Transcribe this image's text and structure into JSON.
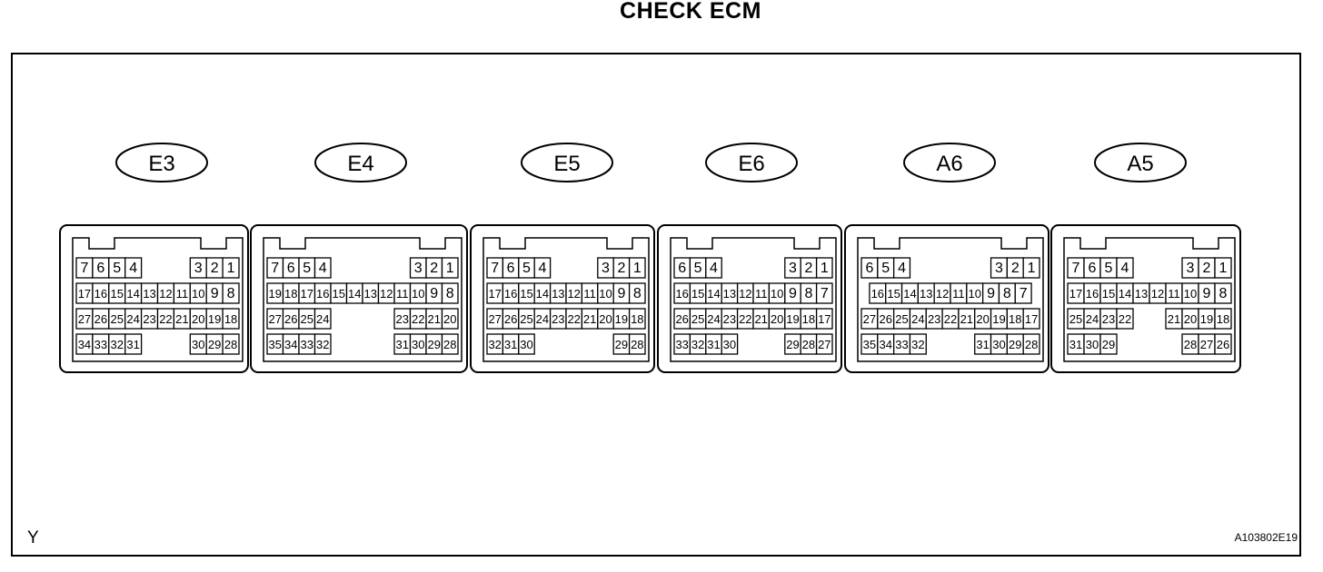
{
  "title": "CHECK ECM",
  "corner_mark": "Y",
  "figure_id": "A103802E19",
  "connectors": [
    {
      "id": "E3",
      "rows": [
        [
          "7",
          "6",
          "5",
          "4",
          "3",
          "2",
          "1"
        ],
        [
          "17",
          "16",
          "15",
          "14",
          "13",
          "12",
          "11",
          "10",
          "9",
          "8"
        ],
        [
          "27",
          "26",
          "25",
          "24",
          "23",
          "22",
          "21",
          "20",
          "19",
          "18"
        ],
        [
          "34",
          "33",
          "32",
          "31",
          "30",
          "29",
          "28"
        ]
      ]
    },
    {
      "id": "E4",
      "rows": [
        [
          "7",
          "6",
          "5",
          "4",
          "3",
          "2",
          "1"
        ],
        [
          "19",
          "18",
          "17",
          "16",
          "15",
          "14",
          "13",
          "12",
          "11",
          "10",
          "9",
          "8"
        ],
        [
          "27",
          "26",
          "25",
          "24",
          "23",
          "22",
          "21",
          "20"
        ],
        [
          "35",
          "34",
          "33",
          "32",
          "31",
          "30",
          "29",
          "28"
        ]
      ]
    },
    {
      "id": "E5",
      "rows": [
        [
          "7",
          "6",
          "5",
          "4",
          "3",
          "2",
          "1"
        ],
        [
          "17",
          "16",
          "15",
          "14",
          "13",
          "12",
          "11",
          "10",
          "9",
          "8"
        ],
        [
          "27",
          "26",
          "25",
          "24",
          "23",
          "22",
          "21",
          "20",
          "19",
          "18"
        ],
        [
          "32",
          "31",
          "30",
          "29",
          "28"
        ]
      ]
    },
    {
      "id": "E6",
      "rows": [
        [
          "6",
          "5",
          "4",
          "3",
          "2",
          "1"
        ],
        [
          "16",
          "15",
          "14",
          "13",
          "12",
          "11",
          "10",
          "9",
          "8",
          "7"
        ],
        [
          "26",
          "25",
          "24",
          "23",
          "22",
          "21",
          "20",
          "19",
          "18",
          "17"
        ],
        [
          "33",
          "32",
          "31",
          "30",
          "29",
          "28",
          "27"
        ]
      ]
    },
    {
      "id": "A6",
      "rows": [
        [
          "6",
          "5",
          "4",
          "3",
          "2",
          "1"
        ],
        [
          "16",
          "15",
          "14",
          "13",
          "12",
          "11",
          "10",
          "9",
          "8",
          "7"
        ],
        [
          "27",
          "26",
          "25",
          "24",
          "23",
          "22",
          "21",
          "20",
          "19",
          "18",
          "17"
        ],
        [
          "35",
          "34",
          "33",
          "32",
          "31",
          "30",
          "29",
          "28"
        ]
      ]
    },
    {
      "id": "A5",
      "rows": [
        [
          "7",
          "6",
          "5",
          "4",
          "3",
          "2",
          "1"
        ],
        [
          "17",
          "16",
          "15",
          "14",
          "13",
          "12",
          "11",
          "10",
          "9",
          "8"
        ],
        [
          "25",
          "24",
          "23",
          "22",
          "21",
          "20",
          "19",
          "18"
        ],
        [
          "31",
          "30",
          "29",
          "28",
          "27",
          "26"
        ]
      ]
    }
  ]
}
